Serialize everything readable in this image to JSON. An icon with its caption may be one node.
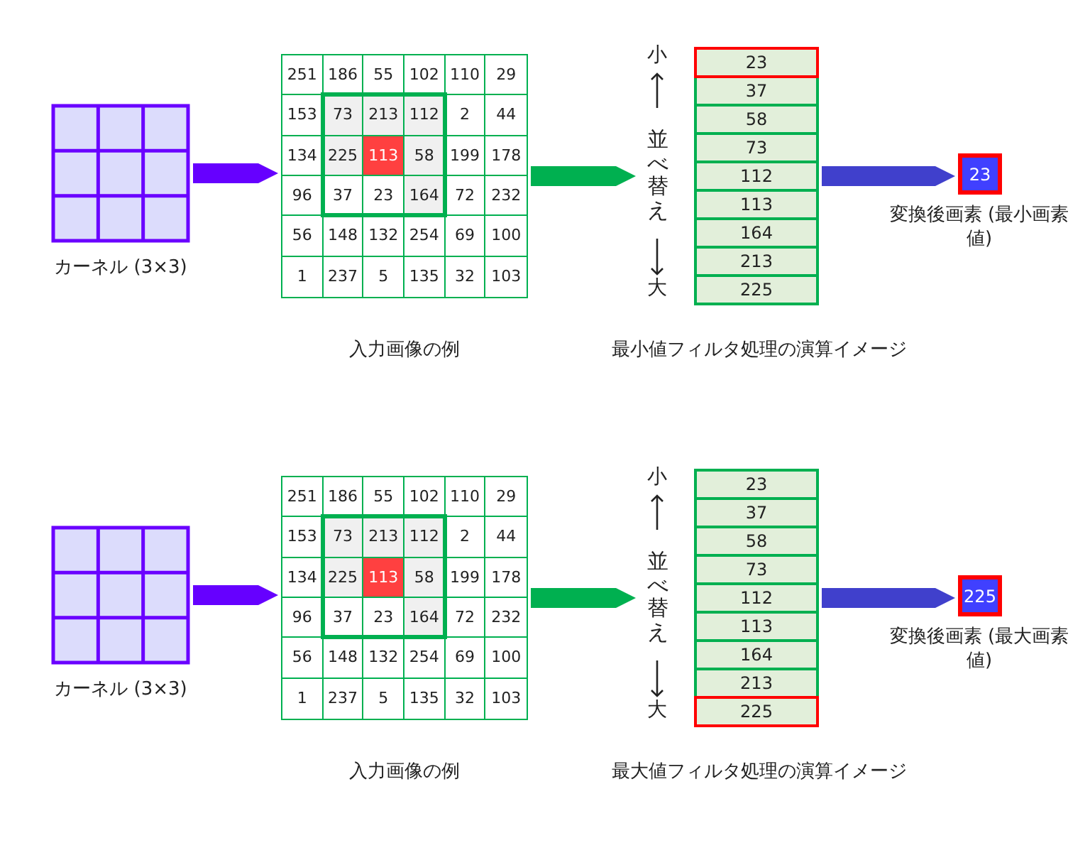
{
  "diagram": {
    "nodes": [
      {
        "text": [],
        "shape": "box",
        "beside": [
          "カーネル (3×3)"
        ]
      },
      {
        "text": [],
        "shape": "box",
        "beside": [
          "入力画像の例"
        ]
      },
      {
        "text": [
          "小",
          "並べ替え",
          "大"
        ],
        "beside": [
          "最小値フィルタ処理の演算イメージ"
        ]
      },
      {
        "text": [
          "23"
        ],
        "in": 2
      },
      {
        "text": [
          "37"
        ],
        "in": 2
      },
      {
        "text": [
          "58"
        ],
        "in": 2
      },
      {
        "text": [
          "73"
        ],
        "in": 2
      },
      {
        "text": [
          "112"
        ],
        "in": 2
      },
      {
        "text": [
          "113"
        ],
        "in": 2
      },
      {
        "text": [
          "164"
        ],
        "in": 2
      },
      {
        "text": [
          "213"
        ],
        "in": 2
      },
      {
        "text": [
          "225"
        ],
        "in": 2
      },
      {
        "text": [
          "23"
        ],
        "beside": [
          "変換後画素 (最小画素値)"
        ]
      },
      {
        "text": [],
        "shape": "box",
        "beside": [
          "カーネル (3×3)"
        ]
      },
      {
        "text": [],
        "shape": "box",
        "beside": [
          "入力画像の例"
        ]
      },
      {
        "text": [
          "小",
          "並べ替え",
          "大"
        ],
        "beside": [
          "最大値フィルタ処理の演算イメージ"
        ]
      },
      {
        "text": [
          "23"
        ],
        "in": 15
      },
      {
        "text": [
          "37"
        ],
        "in": 15
      },
      {
        "text": [
          "58"
        ],
        "in": 15
      },
      {
        "text": [
          "73"
        ],
        "in": 15
      },
      {
        "text": [
          "112"
        ],
        "in": 15
      },
      {
        "text": [
          "113"
        ],
        "in": 15
      },
      {
        "text": [
          "164"
        ],
        "in": 15
      },
      {
        "text": [
          "213"
        ],
        "in": 15
      },
      {
        "text": [
          "225"
        ],
        "in": 15
      },
      {
        "text": [
          "225"
        ],
        "beside": [
          "変換後画素 (最大画素値)"
        ]
      }
    ],
    "edges": [
      {
        "from": 0,
        "to": 1,
        "arrow": "to",
        "color": "#6600ff"
      },
      {
        "from": 1,
        "to": 2,
        "arrow": "to",
        "color": "#00b050"
      },
      {
        "from": 2,
        "to": 12,
        "arrow": "to",
        "color": "#4040cc"
      },
      {
        "from": 13,
        "to": 14,
        "arrow": "to",
        "color": "#6600ff"
      },
      {
        "from": 14,
        "to": 15,
        "arrow": "to",
        "color": "#00b050"
      },
      {
        "from": 15,
        "to": 25,
        "arrow": "to",
        "color": "#4040cc"
      }
    ],
    "labels": [
      "251",
      "186",
      "55",
      "102",
      "110",
      "29",
      "153",
      "73",
      "213",
      "112",
      "2",
      "44",
      "134",
      "225",
      "113",
      "58",
      "199",
      "178",
      "96",
      "37",
      "23",
      "164",
      "72",
      "232",
      "56",
      "148",
      "132",
      "254",
      "69",
      "100",
      "1",
      "237",
      "5",
      "135",
      "32",
      "103",
      "251",
      "186",
      "55",
      "102",
      "110",
      "29",
      "153",
      "73",
      "213",
      "112",
      "2",
      "44",
      "134",
      "225",
      "113",
      "58",
      "199",
      "178",
      "96",
      "37",
      "23",
      "164",
      "72",
      "232",
      "56",
      "148",
      "132",
      "254",
      "69",
      "100",
      "1",
      "237",
      "5",
      "135",
      "32",
      "103"
    ]
  }
}
